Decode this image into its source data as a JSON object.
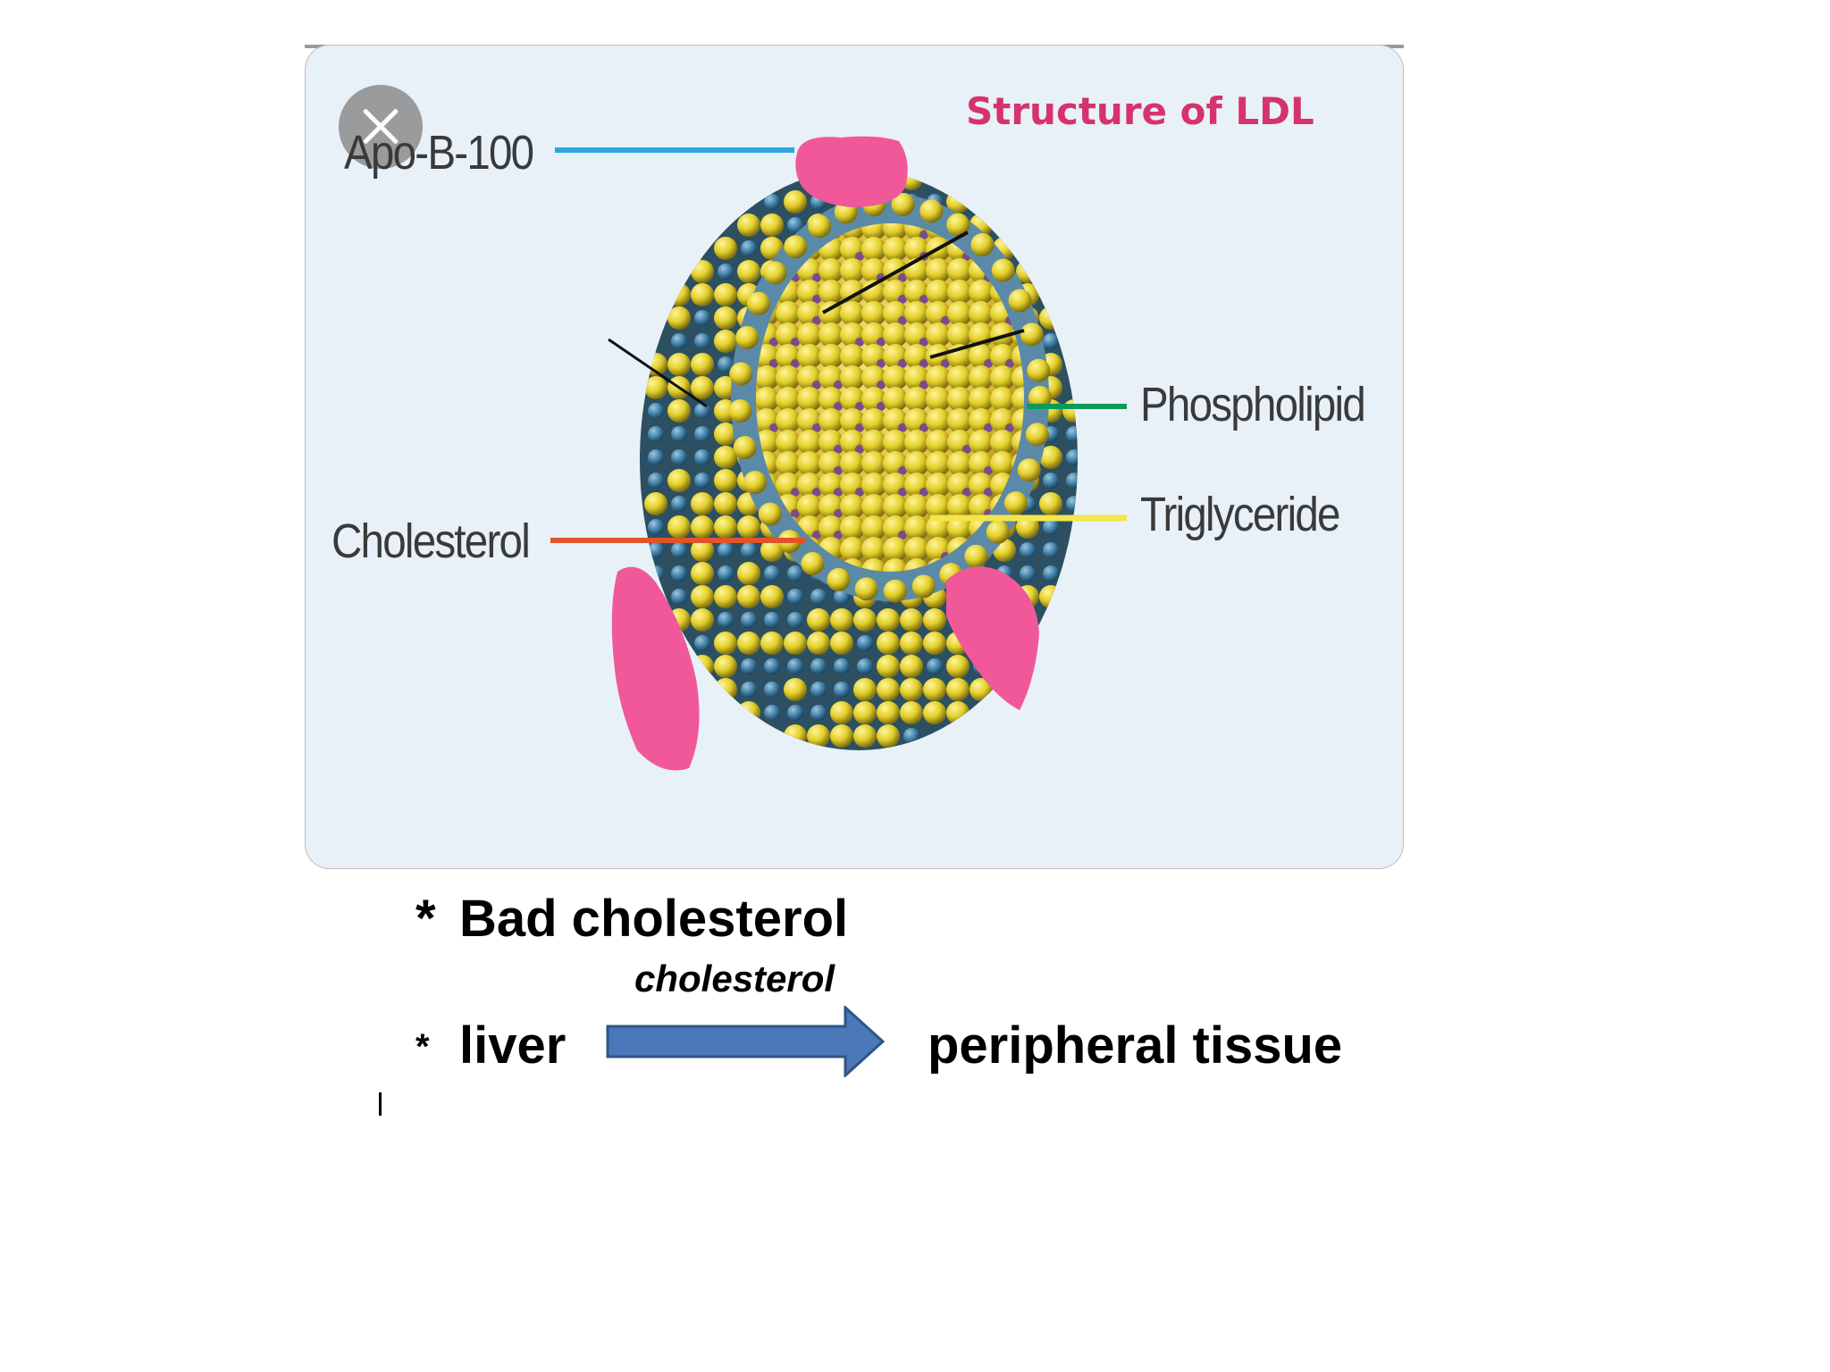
{
  "diagram": {
    "title": "Structure of LDL",
    "labels": {
      "apo": "Apo-B-100",
      "phospholipid": "Phospholipid",
      "triglyceride": "Triglyceride",
      "cholesterol": "Cholesterol"
    },
    "colors": {
      "title": "#d6336c",
      "apo_line": "#2aa7e0",
      "phospholipid_line": "#0e9b5a",
      "triglyceride_line": "#f2e64a",
      "cholesterol_line": "#e0542a",
      "apo_protein": "#f0589a",
      "shell": "#4f7fa0",
      "lipid": "#e3cf2a"
    },
    "close_icon": "close-icon"
  },
  "notes": {
    "line1_bullet": "*",
    "line1_text": "Bad cholesterol",
    "arrow_label": "cholesterol",
    "line2_bullet": "*",
    "line2_from": "liver",
    "line2_to": "peripheral tissue",
    "arrow_color": "#4a78b8",
    "arrow_icon": "right-arrow-icon"
  }
}
